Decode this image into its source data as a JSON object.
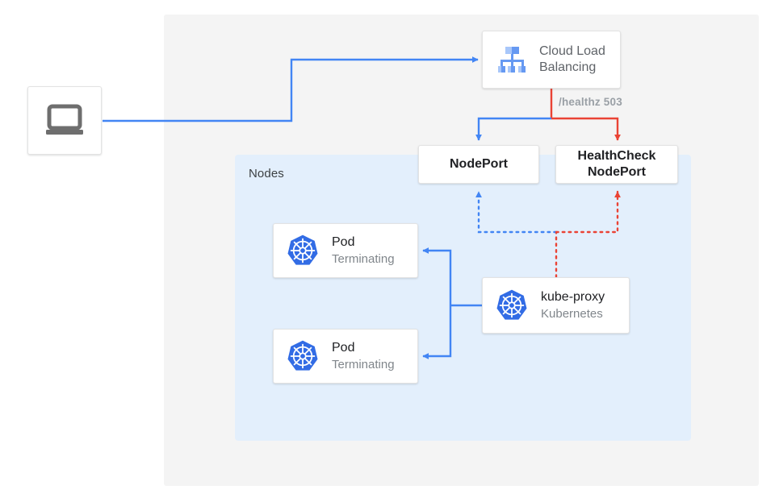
{
  "diagram": {
    "panels": {
      "outer_label": "",
      "nodes_label": "Nodes"
    },
    "nodes": {
      "client": {
        "icon": "laptop-icon",
        "label": ""
      },
      "cloud_load_balancing": {
        "icon": "cloud-load-balancing-icon",
        "title_line1": "Cloud Load",
        "title_line2": "Balancing"
      },
      "nodeport": {
        "label": "NodePort"
      },
      "healthcheck_nodeport": {
        "label_line1": "HealthCheck",
        "label_line2": "NodePort"
      },
      "pod1": {
        "icon": "kubernetes-icon",
        "title": "Pod",
        "subtitle": "Terminating"
      },
      "pod2": {
        "icon": "kubernetes-icon",
        "title": "Pod",
        "subtitle": "Terminating"
      },
      "kube_proxy": {
        "icon": "kubernetes-icon",
        "title": "kube-proxy",
        "subtitle": "Kubernetes"
      }
    },
    "edges": {
      "healthz_label": "/healthz 503"
    },
    "colors": {
      "blue": "#4285f4",
      "red": "#ea4335",
      "panel_gray": "#f4f4f4",
      "panel_blue": "#e3effc",
      "kubernetes_blue": "#326ce5",
      "text_dark": "#202124",
      "text_muted": "#80868b",
      "label_gray": "#9aa0a6",
      "laptop_gray": "#6e6e6e"
    }
  }
}
